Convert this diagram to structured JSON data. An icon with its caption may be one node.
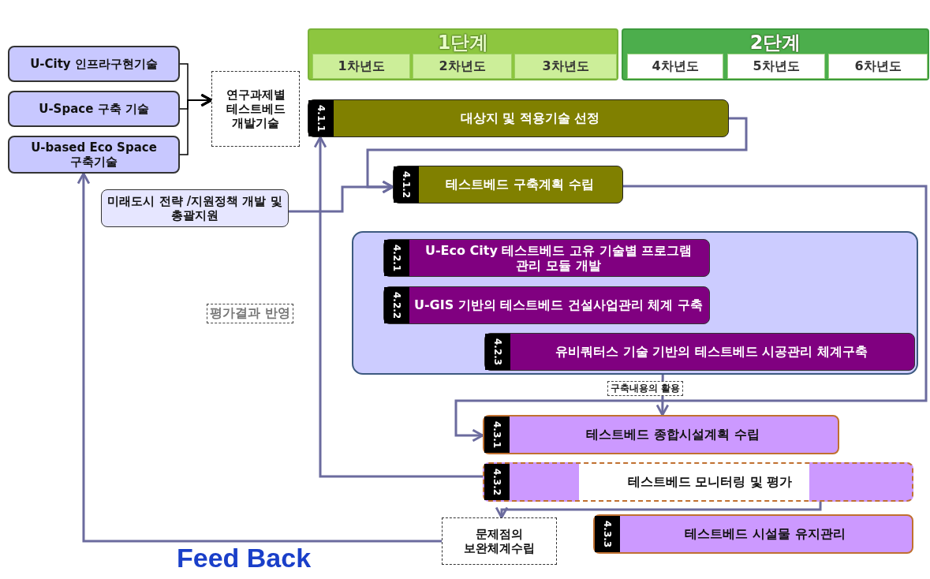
{
  "diagram": {
    "nodes": [
      {
        "text": [
          "U-City 인프라구현기술"
        ]
      },
      {
        "text": [
          "U-Space 구축 기술"
        ]
      },
      {
        "text": [
          "U-based Eco Space 구축기술"
        ]
      },
      {
        "text": [
          "연구과제별 테스트베드 개발기술"
        ]
      },
      {
        "text": [
          "1단계"
        ]
      },
      {
        "text": [
          "1차년도"
        ],
        "in": 4
      },
      {
        "text": [
          "2차년도"
        ],
        "in": 4
      },
      {
        "text": [
          "3차년도"
        ],
        "in": 4
      },
      {
        "text": [
          "2단계"
        ]
      },
      {
        "text": [
          "4차년도"
        ],
        "in": 8
      },
      {
        "text": [
          "5차년도"
        ],
        "in": 8
      },
      {
        "text": [
          "6차년도"
        ],
        "in": 8
      },
      {
        "text": [
          "4.1.1",
          "대상지 및 적용기술 선정"
        ]
      },
      {
        "text": [
          "4.1.2",
          "테스트베드 구축계획 수립"
        ]
      },
      {
        "text": [
          "미래도시 전략 /지원정책 개발 및 총괄지원"
        ]
      },
      {
        "text": [],
        "shape": "box"
      },
      {
        "text": [
          "4.2.1",
          "U-Eco City 테스트베드 고유 기술별 프로그램 관리 모듈 개발"
        ],
        "in": 15
      },
      {
        "text": [
          "4.2.2",
          "U-GIS 기반의 테스트베드 건설사업관리 체계 구축"
        ],
        "in": 15
      },
      {
        "text": [
          "4.2.3",
          "유비쿼터스 기술 기반의 테스트베드 시공관리 체계구축"
        ],
        "in": 15
      },
      {
        "text": [
          "4.3.1",
          "테스트베드 종합시설계획 수립"
        ]
      },
      {
        "text": [
          "4.3.2",
          "테스트베드 모니터링 및 평가"
        ]
      },
      {
        "text": [
          "4.3.3",
          "테스트베드 시설물 유지관리"
        ]
      },
      {
        "text": [
          "문제점의 보완체계수립"
        ]
      }
    ],
    "edges": [
      {
        "from": 0,
        "to": 3,
        "arrow": "to",
        "color": "#000000"
      },
      {
        "from": 1,
        "to": 3,
        "arrow": "to",
        "color": "#000000"
      },
      {
        "from": 2,
        "to": 3,
        "arrow": "to",
        "color": "#000000"
      },
      {
        "from": 12,
        "to": 13,
        "arrow": "to"
      },
      {
        "from": 14,
        "to": 13,
        "arrow": "to"
      },
      {
        "from": 13,
        "to": 19,
        "arrow": "to"
      },
      {
        "from": 15,
        "to": 19,
        "label": "구축내용의 활용",
        "arrow": "to"
      },
      {
        "from": 20,
        "to": 12,
        "label": "평가결과 반영",
        "arrow": "to"
      },
      {
        "from": 20,
        "to": 22,
        "arrow": "to"
      },
      {
        "from": 22,
        "to": 2,
        "label": "Feed Back",
        "arrow": "to"
      }
    ]
  }
}
